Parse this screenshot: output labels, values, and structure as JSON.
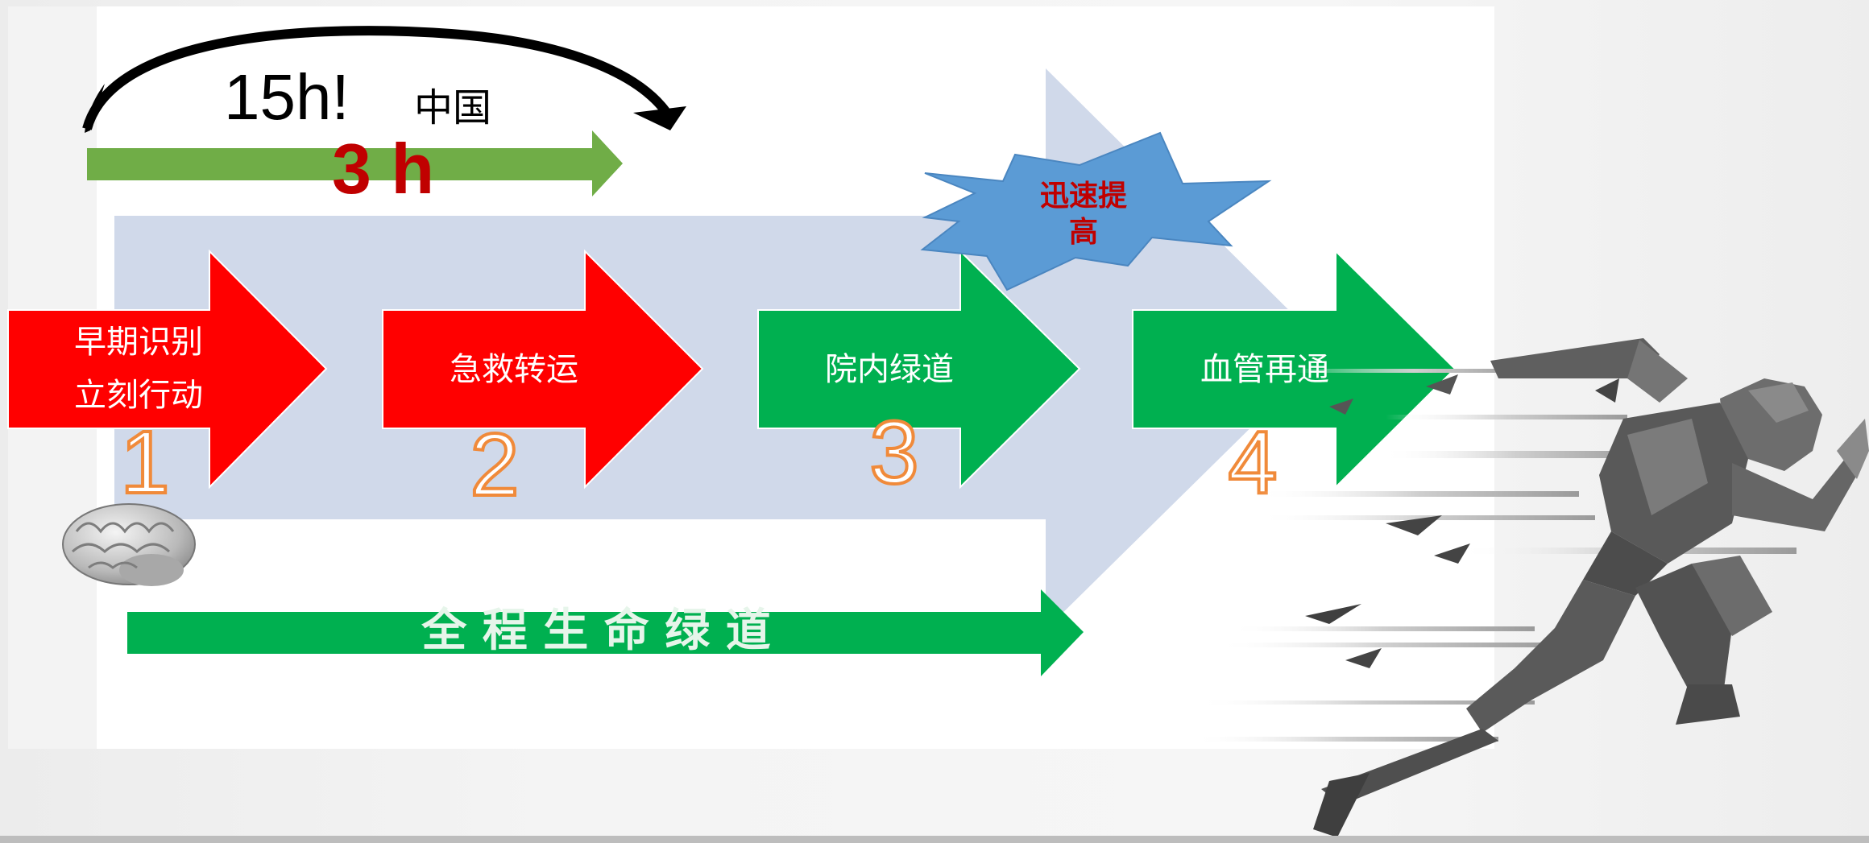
{
  "timeline": {
    "national_time": "15h!",
    "country": "中国",
    "target_time": "3 h"
  },
  "steps": [
    {
      "line1": "早期识别",
      "line2": "立刻行动",
      "number": "1",
      "color": "#ff0000"
    },
    {
      "line1": "急救转运",
      "line2": "",
      "number": "2",
      "color": "#ff0000"
    },
    {
      "line1": "院内绿道",
      "line2": "",
      "number": "3",
      "color": "#00b050"
    },
    {
      "line1": "血管再通",
      "line2": "",
      "number": "4",
      "color": "#00b050"
    }
  ],
  "burst": {
    "line1": "迅速提",
    "line2": "高"
  },
  "green_channel": "全 程 生 命 绿 道",
  "colors": {
    "red": "#ff0000",
    "green": "#00b050",
    "light_green": "#70ad47",
    "light_blue": "#d0d9ea",
    "burst_blue": "#5b9bd5",
    "dark_red": "#c00000",
    "number_orange": "#f4a460"
  },
  "icons": [
    "brain-icon",
    "running-man-icon"
  ]
}
